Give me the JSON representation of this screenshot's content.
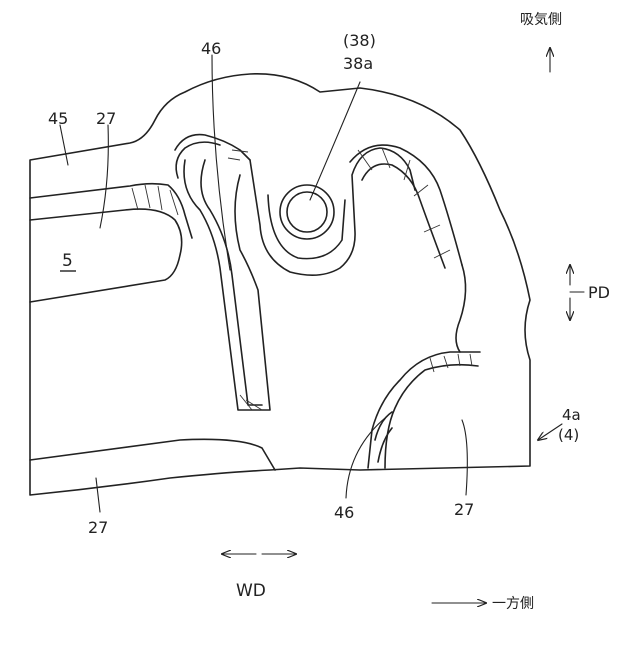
{
  "labels": {
    "intake_side": "吸気側",
    "ref_38": "(38)",
    "ref_38a": "38a",
    "ref_46_top": "46",
    "ref_45": "45",
    "ref_27_top": "27",
    "ref_5": "5",
    "pd": "PD",
    "ref_4a": "4a",
    "ref_4": "(4)",
    "ref_46_bottom": "46",
    "ref_27_right": "27",
    "ref_27_bottom": "27",
    "wd": "WD",
    "one_side": "一方側"
  }
}
